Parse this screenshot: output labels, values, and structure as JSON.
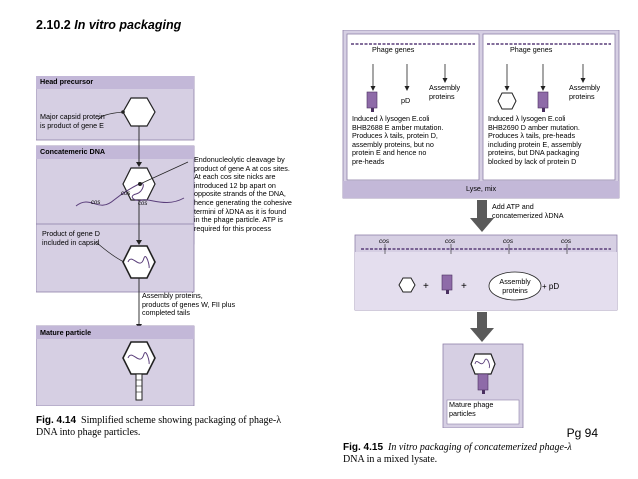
{
  "slide": {
    "title_num": "2.10.2",
    "title_text": "In vitro packaging",
    "page_ref": "Pg 94"
  },
  "fig414": {
    "head_precursor": "Head precursor",
    "major_capsid": [
      "Major capsid protein",
      "is product of gene E"
    ],
    "concatemeric": "Concatemeric DNA",
    "cos_labels": [
      "cos",
      "cos",
      "cos"
    ],
    "cleavage": [
      "Endonucleolytic cleavage by",
      "product of gene A at cos sites.",
      "At each cos site nicks are",
      "introduced 12 bp apart on",
      "opposite strands of the DNA,",
      "hence generating the cohesive",
      "termini of λDNA as it is found",
      "in the phage particle. ATP is",
      "required for this process"
    ],
    "product_d": [
      "Product of gene D",
      "included in capsid"
    ],
    "assembly": [
      "Assembly proteins,",
      "products of genes W, FII plus",
      "completed tails"
    ],
    "mature": "Mature particle",
    "caption_num": "Fig. 4.14",
    "caption": [
      "Simplified scheme showing packaging of phage-λ",
      "DNA into phage particles."
    ]
  },
  "fig415": {
    "left_box": {
      "phage_genes": "Phage genes",
      "pd": "pD",
      "assembly": [
        "Assembly",
        "proteins"
      ],
      "text": [
        "Induced λ lysogen E.coli",
        "BHB2688 E amber mutation.",
        "Produces λ tails, protein D,",
        "assembly proteins, but no",
        "protein E and hence no",
        "pre-heads"
      ]
    },
    "right_box": {
      "phage_genes": "Phage genes",
      "assembly": [
        "Assembly",
        "proteins"
      ],
      "text": [
        "Induced λ lysogen E.coli",
        "BHB2690 D amber mutation.",
        "Produces λ tails, pre-heads",
        "including protein E, assembly",
        "proteins, but DNA packaging",
        "blocked by lack of protein D"
      ]
    },
    "lyse": "Lyse, mix",
    "add_atp": [
      "Add ATP and",
      "concatemerized λDNA"
    ],
    "cos_labels": [
      "cos",
      "cos",
      "cos",
      "cos"
    ],
    "plus": "+",
    "assembly_oval": [
      "Assembly",
      "proteins"
    ],
    "pd": "+ pD",
    "mature": [
      "Mature phage",
      "particles"
    ],
    "caption_num": "Fig. 4.15",
    "caption": [
      "In vitro packaging of concatemerized phage-λ",
      "DNA in a mixed lysate."
    ]
  },
  "colors": {
    "panel": "#d6cfe3",
    "header": "#c3b8d8",
    "purple": "#8e6ba8",
    "arrow": "#5a5a5a"
  }
}
